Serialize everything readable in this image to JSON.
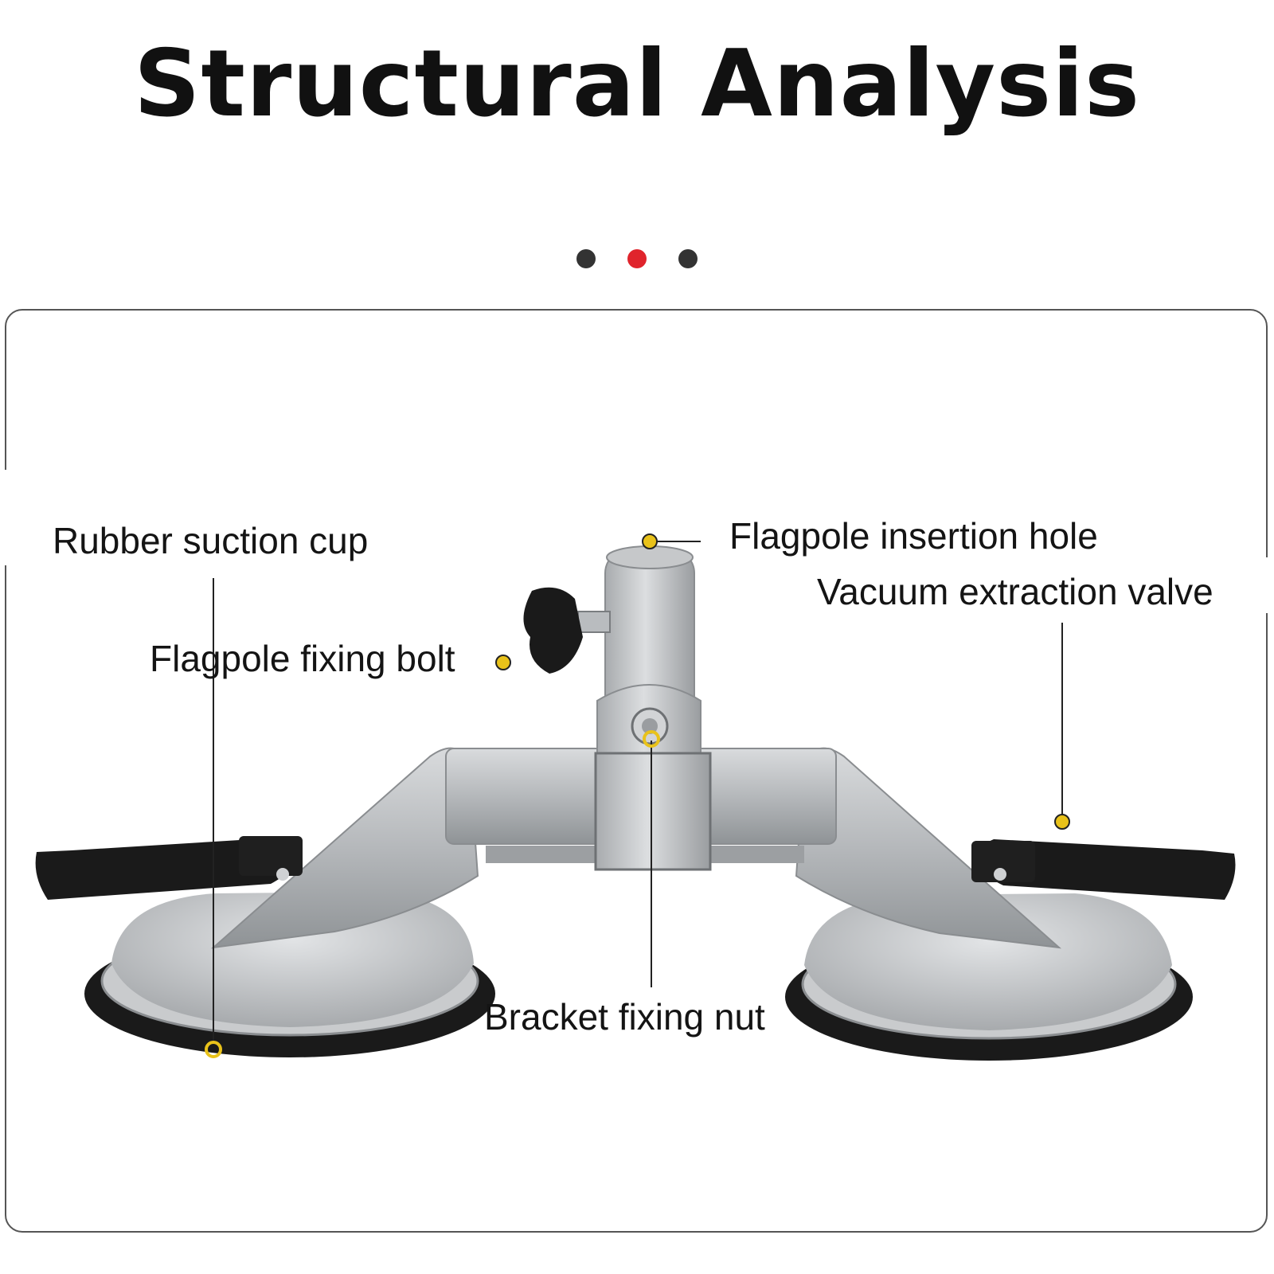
{
  "title": "Structural Analysis",
  "carousel": {
    "dots": [
      {
        "color": "#333333",
        "active": false
      },
      {
        "color": "#e0242c",
        "active": true
      },
      {
        "color": "#333333",
        "active": false
      }
    ]
  },
  "labels": {
    "rubber_suction_cup": "Rubber suction cup",
    "flagpole_insertion_hole": "Flagpole insertion hole",
    "vacuum_extraction_valve": "Vacuum extraction valve",
    "flagpole_fixing_bolt": "Flagpole fixing bolt",
    "bracket_fixing_nut": "Bracket fixing nut"
  },
  "colors": {
    "marker": "#e9c21a",
    "aluminum": "#b9bcbf",
    "rubber": "#1a1a1a"
  }
}
